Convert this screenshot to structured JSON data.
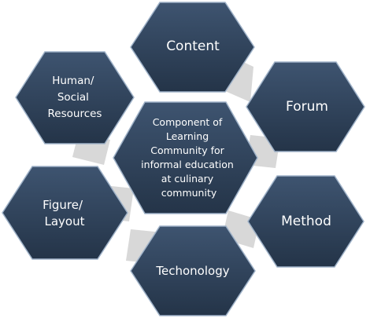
{
  "colors": {
    "hex_fill_top": "#3e5470",
    "hex_fill_bottom": "#243448",
    "hex_border": "#9fb2c8",
    "shadow": "#d8d8d8",
    "text": "#ffffff"
  },
  "diagram": {
    "center": {
      "lines": [
        "Component of",
        "Learning",
        "Community for",
        "informal education",
        "at culinary",
        "community"
      ]
    },
    "nodes": {
      "content": {
        "lines": [
          "Content"
        ]
      },
      "human_social": {
        "lines": [
          "Human/",
          "Social",
          "Resources"
        ]
      },
      "forum": {
        "lines": [
          "Forum"
        ]
      },
      "figure_layout": {
        "lines": [
          "Figure/",
          "Layout"
        ]
      },
      "method": {
        "lines": [
          "Method"
        ]
      },
      "technology": {
        "lines": [
          "Techonology"
        ]
      }
    }
  }
}
